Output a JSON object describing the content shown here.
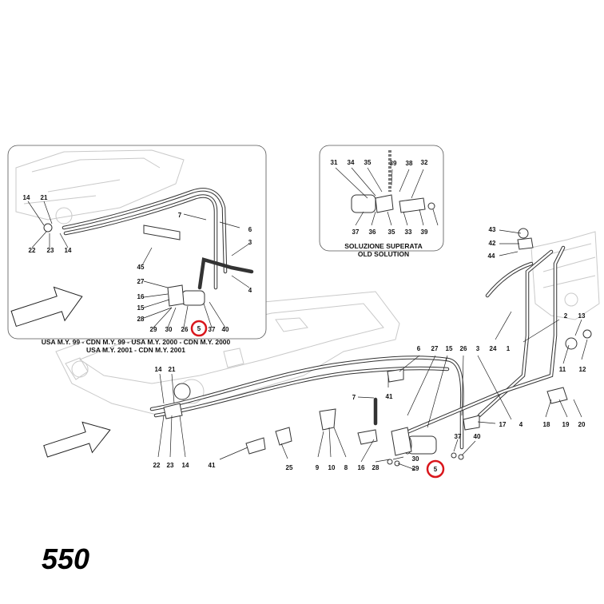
{
  "model": "550",
  "accent_color": "#d9161c",
  "inset_left": {
    "caption_lines": [
      "USA M.Y. 99 - CDN M.Y. 99 - USA M.Y. 2000 - CDN M.Y. 2000",
      "USA M.Y. 2001 - CDN M.Y. 2001"
    ]
  },
  "inset_right": {
    "caption_lines": [
      "SOLUZIONE SUPERATA",
      "OLD SOLUTION"
    ]
  },
  "callouts": {
    "left": [
      "14",
      "21",
      "22",
      "23",
      "14",
      "7",
      "6",
      "3",
      "45",
      "27",
      "16",
      "15",
      "28",
      "29",
      "30",
      "26",
      "5",
      "37",
      "40",
      "4"
    ],
    "right": [
      "31",
      "34",
      "35",
      "39",
      "38",
      "32",
      "37",
      "36",
      "35",
      "33",
      "39"
    ],
    "main": [
      "43",
      "42",
      "44",
      "2",
      "24",
      "1",
      "13",
      "11",
      "12",
      "6",
      "27",
      "15",
      "26",
      "3",
      "41",
      "7",
      "17",
      "4",
      "18",
      "19",
      "20",
      "14",
      "21",
      "22",
      "23",
      "14",
      "41",
      "25",
      "9",
      "10",
      "8",
      "16",
      "28",
      "30",
      "29",
      "37",
      "40",
      "5"
    ]
  },
  "highlighted_part": "5"
}
